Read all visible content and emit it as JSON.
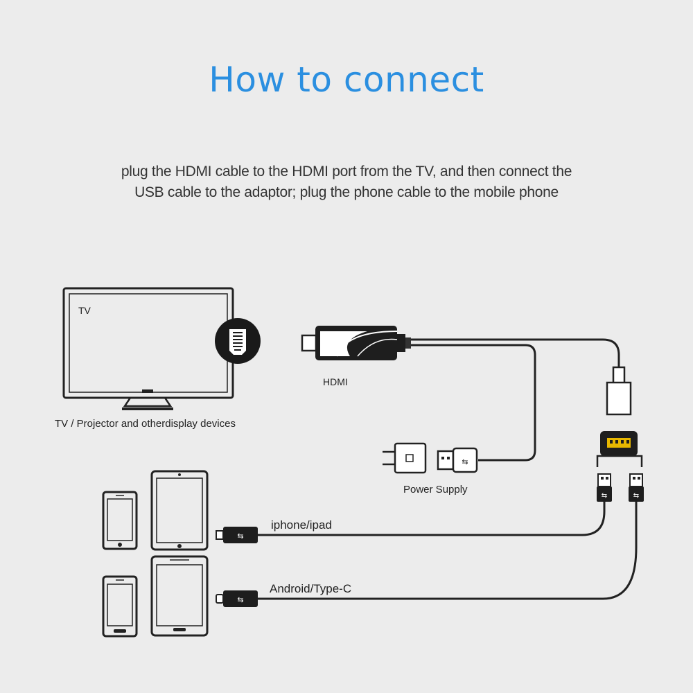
{
  "header": {
    "title": "How to connect",
    "description_line1": "plug the HDMI cable to the HDMI port from the TV, and then connect the",
    "description_line2": "USB cable to the adaptor; plug the phone cable to the mobile phone"
  },
  "labels": {
    "tv": "TV",
    "tv_caption": "TV / Projector and otherdisplay devices",
    "hdmi": "HDMI",
    "power_supply": "Power Supply",
    "iphone_ipad": "iphone/ipad",
    "android_typec": "Android/Type-C"
  },
  "colors": {
    "title": "#2b8fe0",
    "background": "#ececec",
    "line": "#222222"
  }
}
